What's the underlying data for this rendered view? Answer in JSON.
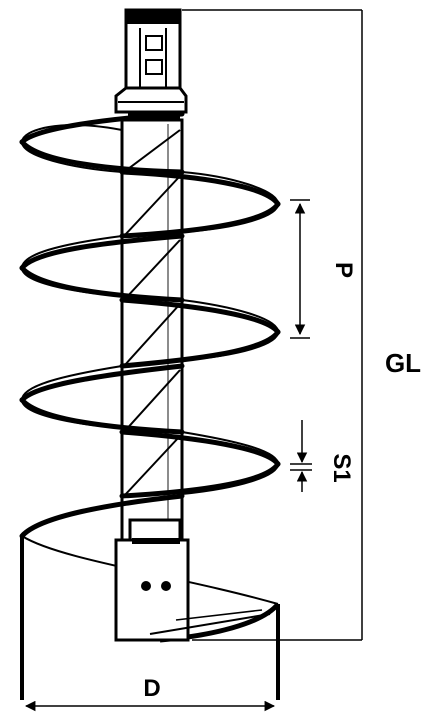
{
  "diagram": {
    "labels": {
      "total_length": "GL",
      "pitch": "P",
      "flight_thickness": "S1",
      "diameter": "D"
    },
    "colors": {
      "ink": "#000000",
      "paper": "#ffffff",
      "shade": "#d9d9d9"
    }
  }
}
